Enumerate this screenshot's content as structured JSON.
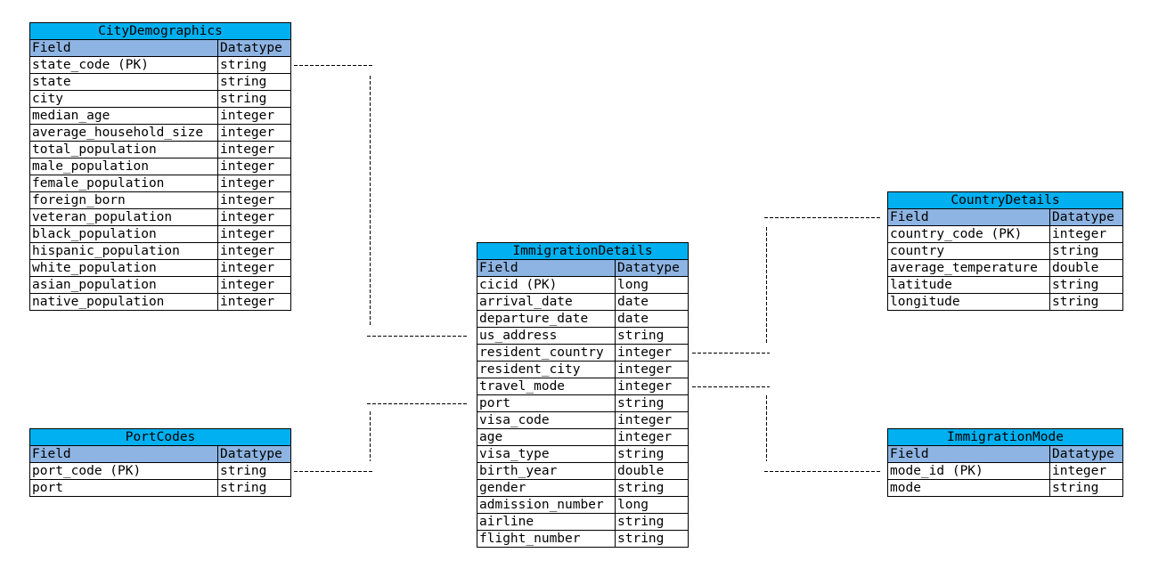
{
  "colors": {
    "title_bg": "#00b0f0",
    "header_bg": "#8db4e2",
    "connector": "#000000"
  },
  "tables": {
    "city": {
      "title": "CityDemographics",
      "headers": [
        "Field",
        "Datatype"
      ],
      "rows": [
        [
          "state_code (PK)",
          "string"
        ],
        [
          "state",
          "string"
        ],
        [
          "city",
          "string"
        ],
        [
          "median_age",
          "integer"
        ],
        [
          "average_household_size",
          "integer"
        ],
        [
          "total_population",
          "integer"
        ],
        [
          "male_population",
          "integer"
        ],
        [
          "female_population",
          "integer"
        ],
        [
          "foreign_born",
          "integer"
        ],
        [
          "veteran_population",
          "integer"
        ],
        [
          "black_population",
          "integer"
        ],
        [
          "hispanic_population",
          "integer"
        ],
        [
          "white_population",
          "integer"
        ],
        [
          "asian_population",
          "integer"
        ],
        [
          "native_population",
          "integer"
        ]
      ]
    },
    "port": {
      "title": "PortCodes",
      "headers": [
        "Field",
        "Datatype"
      ],
      "rows": [
        [
          "port_code (PK)",
          "string"
        ],
        [
          "port",
          "string"
        ]
      ]
    },
    "imm": {
      "title": "ImmigrationDetails",
      "headers": [
        "Field",
        "Datatype"
      ],
      "rows": [
        [
          "cicid (PK)",
          "long"
        ],
        [
          "arrival_date",
          "date"
        ],
        [
          "departure_date",
          "date"
        ],
        [
          "us_address",
          "string"
        ],
        [
          "resident_country",
          "integer"
        ],
        [
          "resident_city",
          "integer"
        ],
        [
          "travel_mode",
          "integer"
        ],
        [
          "port",
          "string"
        ],
        [
          "visa_code",
          "integer"
        ],
        [
          "age",
          "integer"
        ],
        [
          "visa_type",
          "string"
        ],
        [
          "birth_year",
          "double"
        ],
        [
          "gender",
          "string"
        ],
        [
          "admission_number",
          "long"
        ],
        [
          "airline",
          "string"
        ],
        [
          "flight_number",
          "string"
        ]
      ]
    },
    "country": {
      "title": "CountryDetails",
      "headers": [
        "Field",
        "Datatype"
      ],
      "rows": [
        [
          "country_code (PK)",
          "integer"
        ],
        [
          "country",
          "string"
        ],
        [
          "average_temperature",
          "double"
        ],
        [
          "latitude",
          "string"
        ],
        [
          "longitude",
          "string"
        ]
      ]
    },
    "mode": {
      "title": "ImmigrationMode",
      "headers": [
        "Field",
        "Datatype"
      ],
      "rows": [
        [
          "mode_id (PK)",
          "integer"
        ],
        [
          "mode",
          "string"
        ]
      ]
    }
  }
}
